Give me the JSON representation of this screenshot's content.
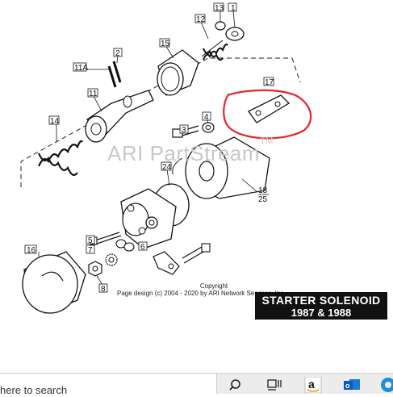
{
  "diagram": {
    "callouts": [
      "13",
      "1",
      "12",
      "15",
      "2",
      "11A",
      "11",
      "17",
      "14",
      "3",
      "4",
      "24",
      "18",
      "25",
      "5",
      "7",
      "6",
      "16",
      "8"
    ],
    "watermark": "ARI PartStream",
    "watermark_mark": "TM",
    "copyright_line1": "Copyright",
    "copyright_line2": "Page design (c) 2004 - 2020 by ARI Network Services, Inc.",
    "title_line1": "STARTER SOLENOID",
    "title_line2": "1987 & 1988",
    "highlight_color": "#e8232a"
  },
  "taskbar": {
    "search_placeholder": "here to search",
    "icons": [
      "search-icon",
      "task-view-icon",
      "amazon-icon",
      "outlook-icon",
      "edge-icon"
    ]
  }
}
